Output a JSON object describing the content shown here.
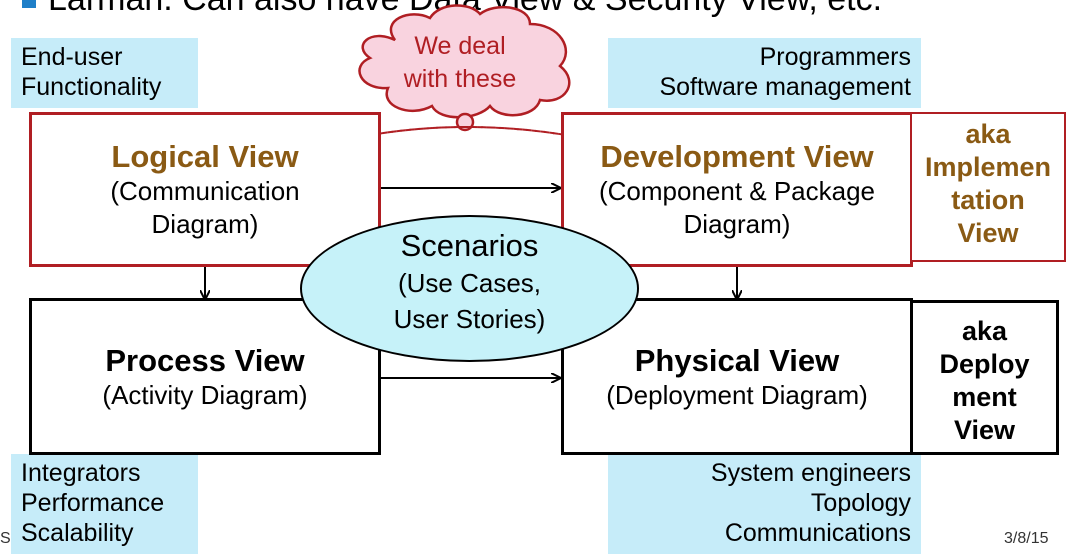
{
  "header": {
    "text": "Larman: Can also have Data View & Security View, etc."
  },
  "cloud": {
    "line1": "We deal",
    "line2": "with these"
  },
  "stakeholders": {
    "top_left": [
      "End-user",
      "Functionality"
    ],
    "top_right": [
      "Programmers",
      "Software management"
    ],
    "bottom_left": [
      "Integrators",
      "Performance",
      "Scalability"
    ],
    "bottom_right": [
      "System engineers",
      "Topology",
      "Communications"
    ]
  },
  "views": {
    "logical": {
      "title": "Logical View",
      "sub1": "(Communication",
      "sub2": "Diagram)"
    },
    "development": {
      "title": "Development View",
      "sub1": "(Component & Package",
      "sub2": "Diagram)"
    },
    "process": {
      "title": "Process View",
      "sub1": "(Activity Diagram)"
    },
    "physical": {
      "title": "Physical View",
      "sub1": "(Deployment Diagram)"
    }
  },
  "aka": {
    "implementation": [
      "aka",
      "Implemen",
      "tation",
      "View"
    ],
    "deployment": [
      "aka",
      "Deploy",
      "ment",
      "View"
    ]
  },
  "scenarios": {
    "title": "Scenarios",
    "line1": "(Use Cases,",
    "line2": "User Stories)"
  },
  "footer": {
    "left": "S",
    "date": "3/8/15"
  },
  "colors": {
    "accent_red": "#b01e23",
    "label_brown": "#8a5a14",
    "label_blue_bg": "#c6ecf9",
    "scenarios_bg": "#c6f2f9"
  }
}
